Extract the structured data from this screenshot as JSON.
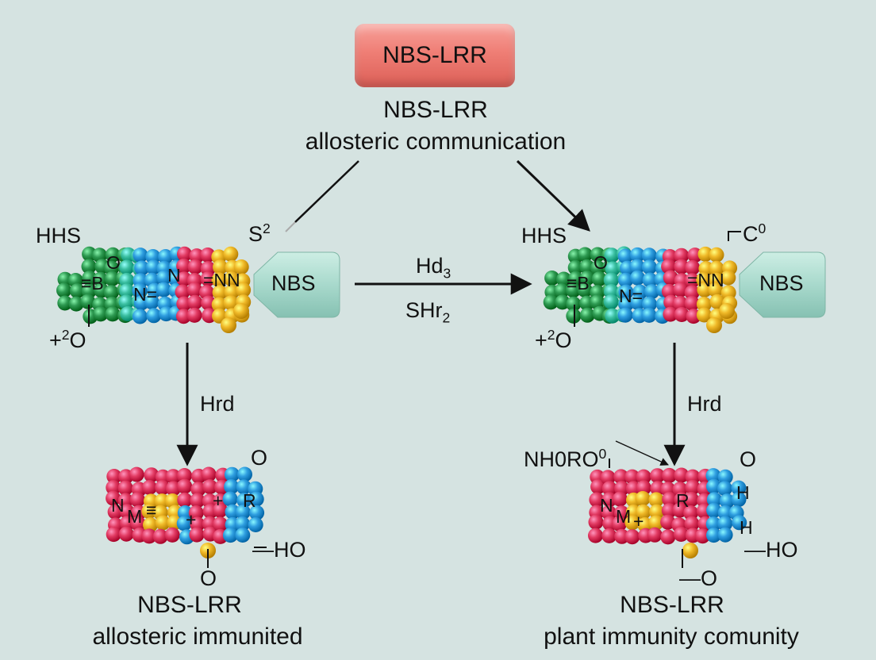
{
  "top_box": {
    "label": "NBS-LRR"
  },
  "title": {
    "line1": "NBS-LRR",
    "line2": "allosteric communication"
  },
  "left_molecule": {
    "hhs": "HHS",
    "s_label": "S",
    "s_sup": "2",
    "o_top": "O",
    "b_triple": "≡B",
    "n_mid": "N",
    "n_eq": "N=",
    "eq_nn": "=NN",
    "plus_o_pre": "+",
    "plus_o_sup": "2",
    "plus_o_post": "O",
    "nbs_label": "NBS"
  },
  "right_molecule": {
    "hhs": "HHS",
    "c_label": "C",
    "c_sup": "0",
    "o_top": "O",
    "b_triple": "≡B",
    "n_eq": "N=",
    "eq_nn": "=NN",
    "plus_o_pre": "+",
    "plus_o_sup": "2",
    "plus_o_post": "O",
    "nbs_label": "NBS"
  },
  "middle_reaction": {
    "top_base": "Hd",
    "top_sub": "3",
    "bottom_base": "SHr",
    "bottom_sub": "2"
  },
  "left_arrow_label": "Hrd",
  "right_arrow_label": "Hrd",
  "left_product": {
    "n": "N",
    "m": "M",
    "triple": "≡",
    "plus": "+",
    "r": "R",
    "o_top": "O",
    "ho": "—HO",
    "o_bottom": "O",
    "caption_line1": "NBS-LRR",
    "caption_line2": "allosteric immunited"
  },
  "right_product": {
    "nh": "NH0R",
    "nh_o": "O",
    "nh_sup": "0",
    "n": "N",
    "m": "M",
    "plus": "+",
    "r": "R",
    "h1": "H",
    "h2": "H",
    "o_top": "O",
    "ho": "—HO",
    "o_bottom": "—O",
    "caption_line1": "NBS-LRR",
    "caption_line2": "plant immunity comunity"
  },
  "colors": {
    "background": "#d5e3e1",
    "top_box": "#ef7e75",
    "nbs_box": "#a8d9cc",
    "green": "#2e9a52",
    "teal": "#3cc0a2",
    "blue": "#2f9ee0",
    "red": "#e23b63",
    "magenta": "#d8256a",
    "yellow": "#f0b928"
  }
}
